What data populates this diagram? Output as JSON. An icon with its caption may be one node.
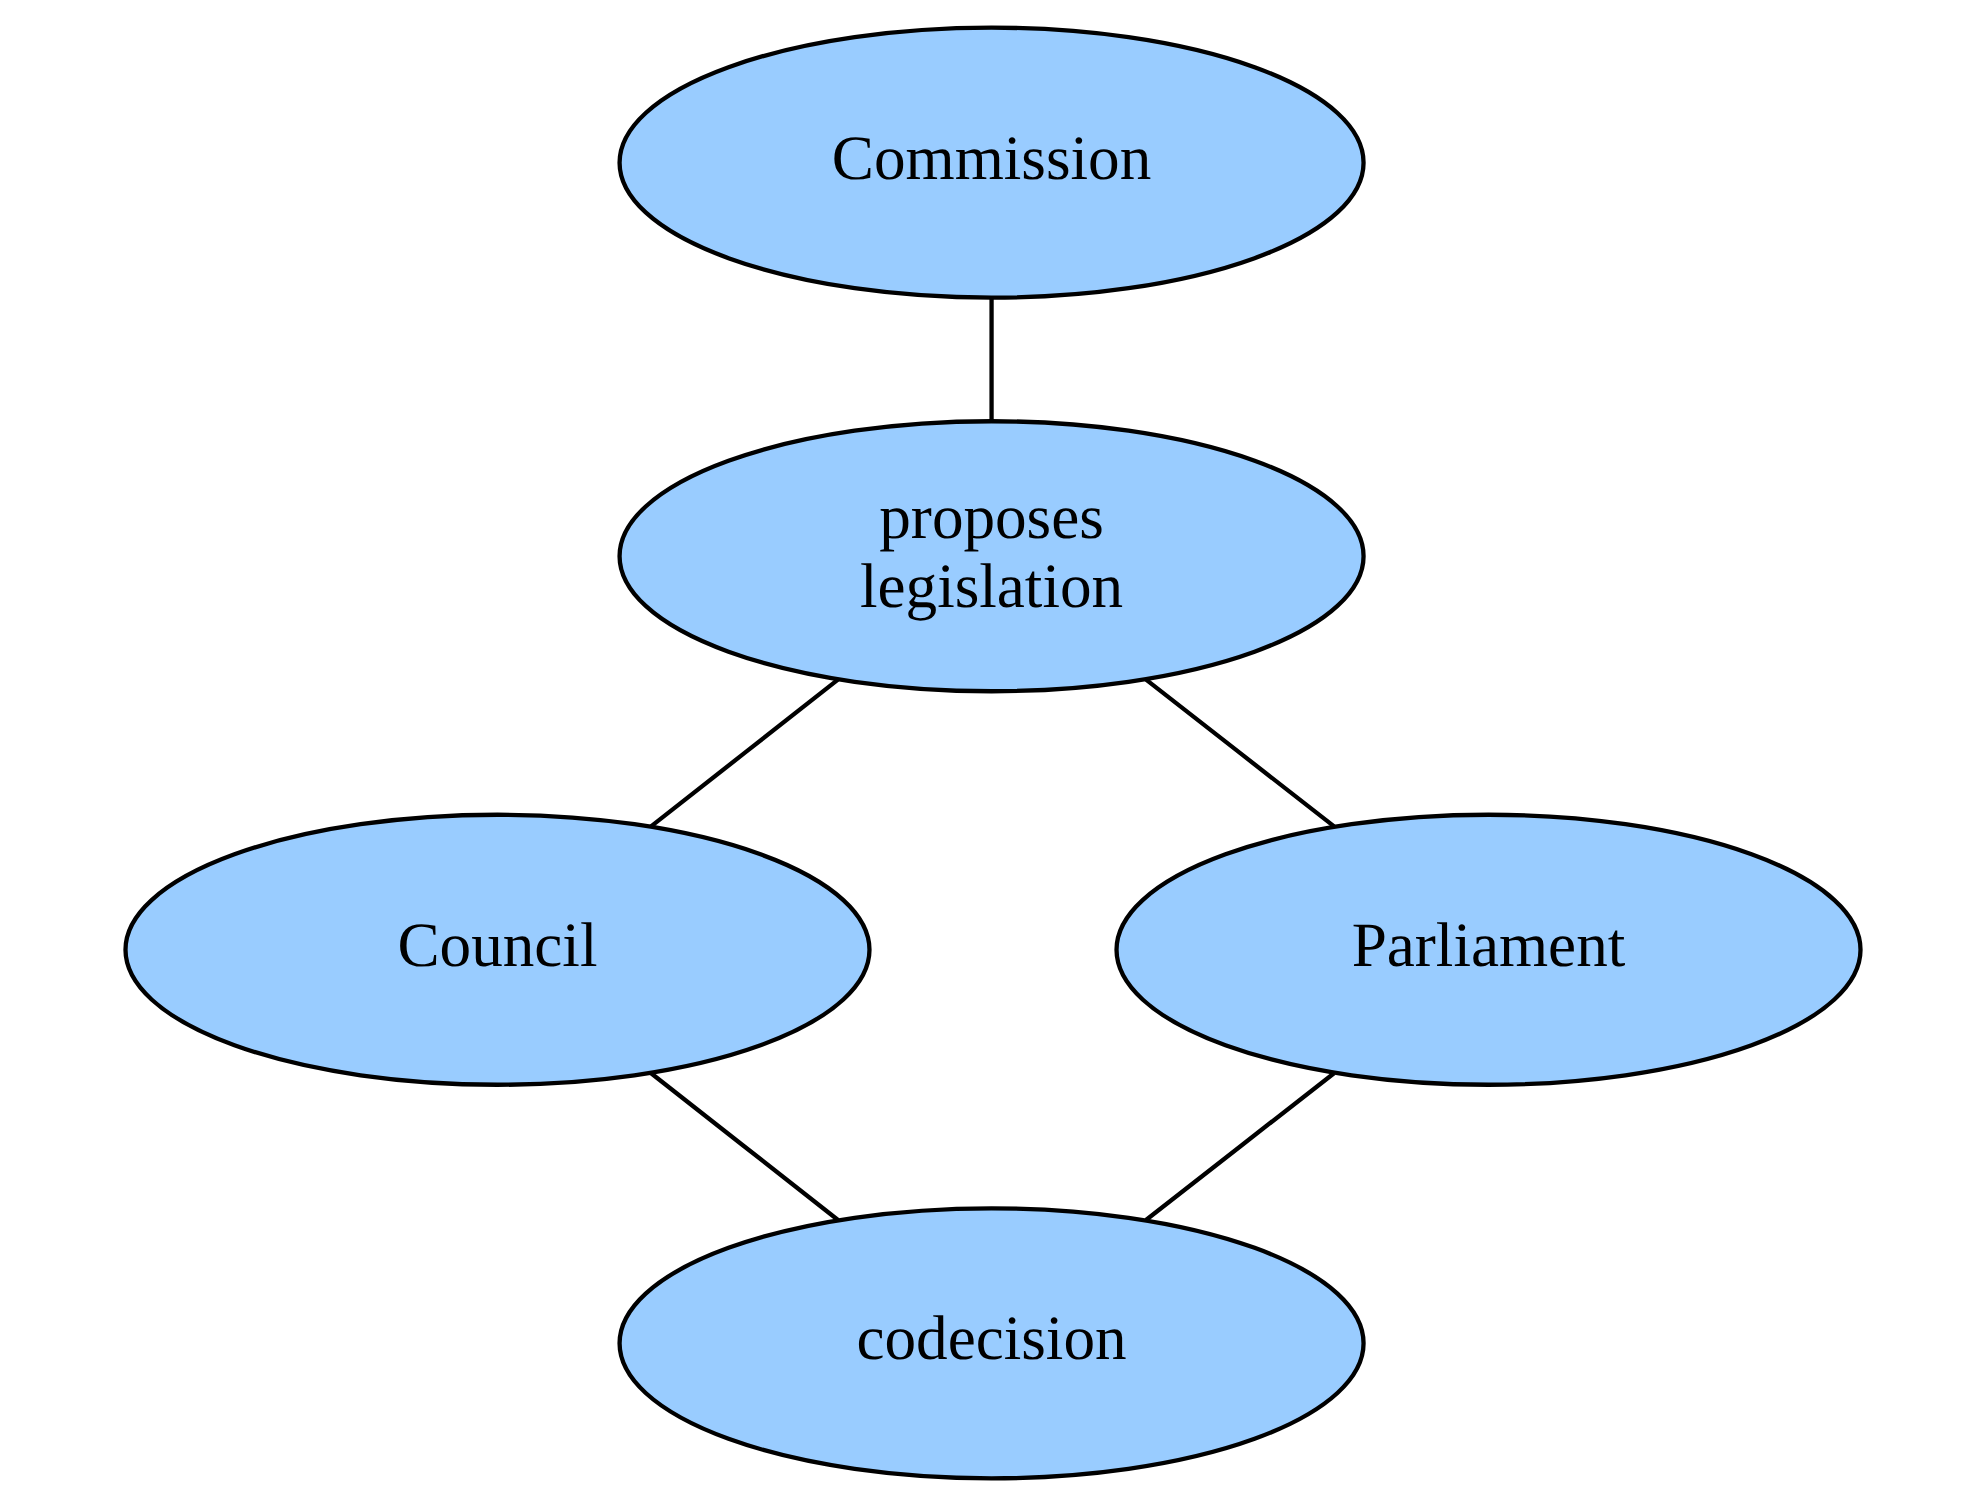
{
  "diagram": {
    "nodes": [
      {
        "text": [
          "Commission"
        ]
      },
      {
        "text": [
          "proposes legislation"
        ]
      },
      {
        "text": [
          "Council"
        ]
      },
      {
        "text": [
          "Parliament"
        ]
      },
      {
        "text": [
          "codecision"
        ]
      }
    ],
    "edges": [
      {
        "from": 0,
        "to": 1,
        "arrow": "none"
      },
      {
        "from": 1,
        "to": 2,
        "arrow": "none"
      },
      {
        "from": 1,
        "to": 3,
        "arrow": "none"
      },
      {
        "from": 2,
        "to": 4,
        "arrow": "none"
      },
      {
        "from": 3,
        "to": 4,
        "arrow": "none"
      }
    ]
  }
}
